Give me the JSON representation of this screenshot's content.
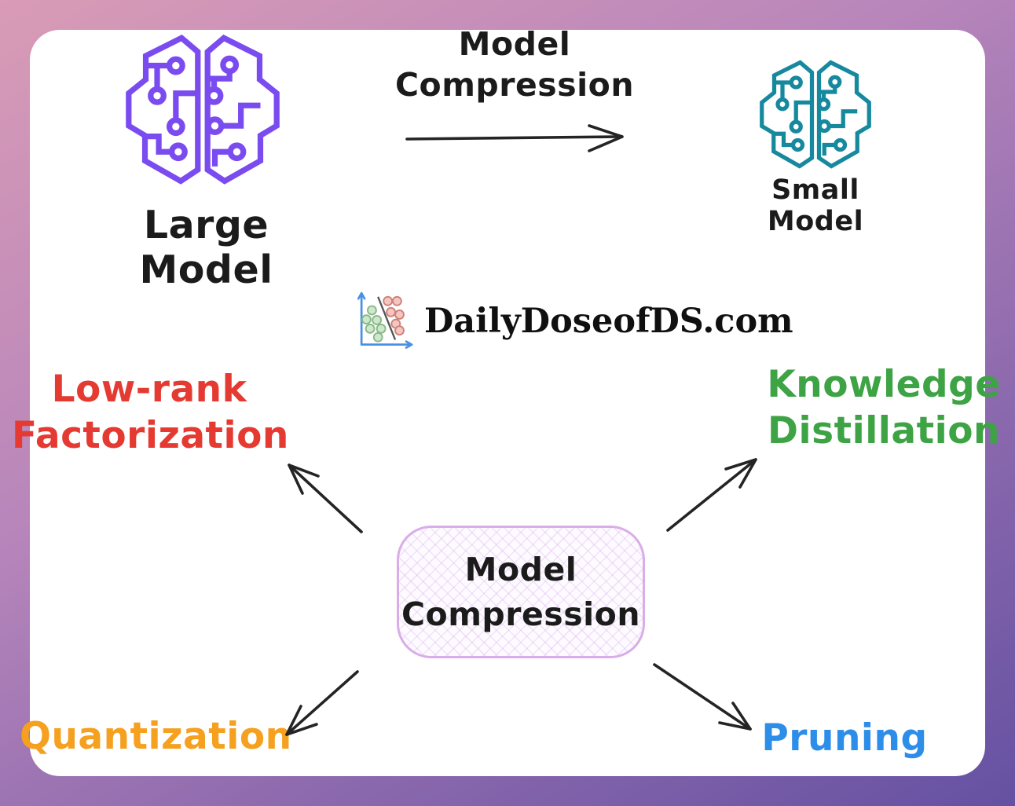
{
  "header_flow": {
    "large_model": {
      "label": "Large Model",
      "icon": "circuit-brain-icon"
    },
    "compression_label": {
      "line1": "Model",
      "line2": "Compression"
    },
    "flow_arrow_icon": "arrow-right-icon",
    "small_model": {
      "label": "Small Model",
      "icon": "circuit-brain-icon"
    }
  },
  "brand": {
    "name": "DailyDoseofDS.com",
    "icon": "scatter-plot-icon"
  },
  "center_box": {
    "line1": "Model",
    "line2": "Compression"
  },
  "techniques": {
    "low_rank": {
      "line1": "Low-rank",
      "line2": "Factorization",
      "color": "#e53a31",
      "arrow_icon": "arrow-up-left-icon"
    },
    "knowledge": {
      "line1": "Knowledge",
      "line2": "Distillation",
      "color": "#3da345",
      "arrow_icon": "arrow-up-right-icon"
    },
    "quantization": {
      "label": "Quantization",
      "color": "#f5a01e",
      "arrow_icon": "arrow-down-left-icon"
    },
    "pruning": {
      "label": "Pruning",
      "color": "#2d8ee9",
      "arrow_icon": "arrow-down-right-icon"
    }
  },
  "colors": {
    "large_brain": "#7a4cf0",
    "small_brain": "#16899e",
    "background_gradient_start": "#d99bb6",
    "background_gradient_end": "#6551a2",
    "card_background": "#ffffff",
    "box_border": "#d9ade8",
    "box_hatch": "#d6a8e6",
    "arrow": "#242424",
    "text": "#1b1b1b"
  }
}
